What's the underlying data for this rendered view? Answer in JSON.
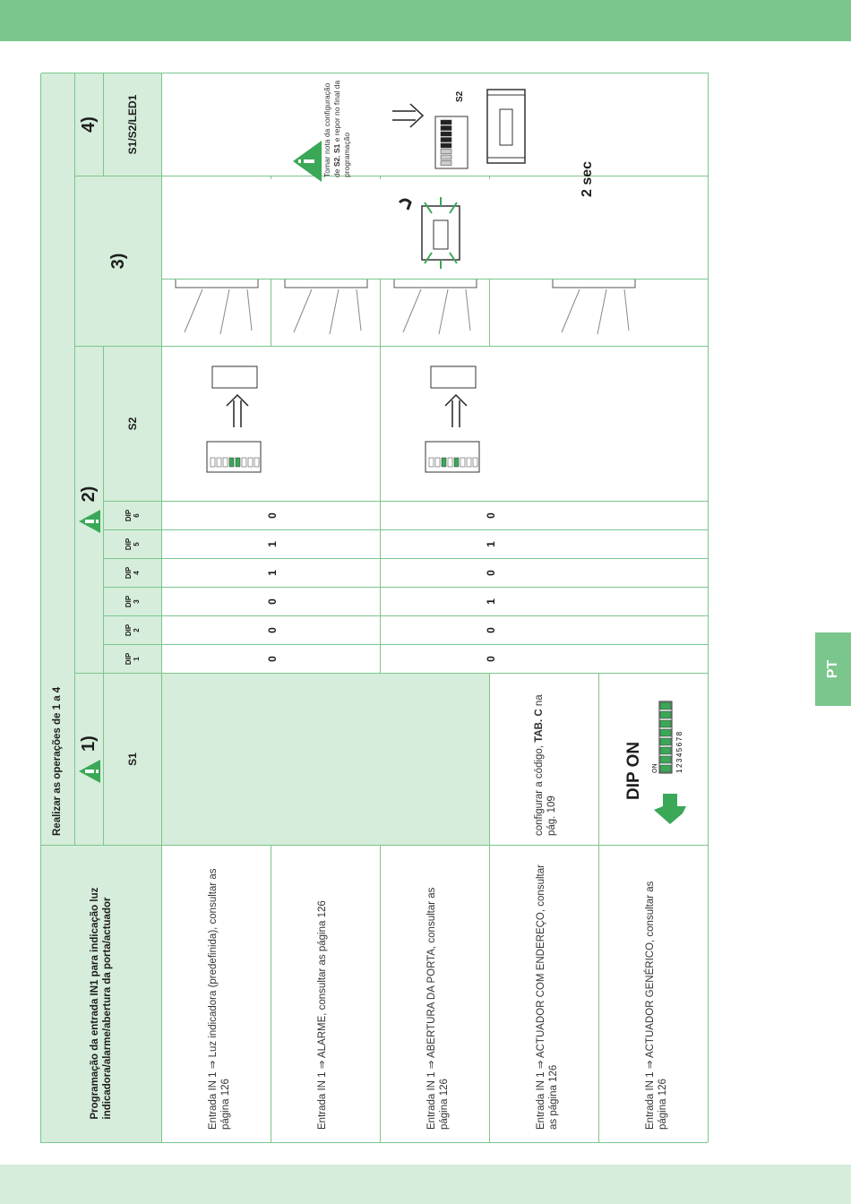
{
  "colors": {
    "accent_green": "#7bc68c",
    "light_green": "#d6eddb",
    "warning_green": "#3aa857"
  },
  "side_tab": "PT",
  "table": {
    "title": "Programação da entrada IN1 para indicação luz indicadora/alarme/abertura da porta/actuador",
    "ops_header": "Realizar as operações de 1 a 4",
    "steps": {
      "s1": "1)",
      "s2": "2)",
      "s3": "3)",
      "s4": "4)"
    },
    "col_s1": "S1",
    "col_s2": "S2",
    "col_s1s2led1": "S1/S2/LED1",
    "dip_headers": [
      "DIP\n1",
      "DIP\n2",
      "DIP\n3",
      "DIP\n4",
      "DIP\n5",
      "DIP\n6"
    ],
    "rows": [
      "Entrada IN 1 ⇒ Luz indicadora (predefinida), consultar as página 126",
      "Entrada IN 1 ⇒ ALARME, consultar as página 126",
      "Entrada IN 1 ⇒ ABERTURA DA PORTA, consultar as página 126",
      "Entrada IN 1 ⇒ ACTUADOR COM ENDEREÇO, consultar as página 126",
      "Entrada IN 1 ⇒ ACTUADOR GENÉRICO, consultar as página 126"
    ],
    "dip_group_a": [
      "0",
      "0",
      "0",
      "1",
      "1",
      "0"
    ],
    "dip_group_b": [
      "0",
      "0",
      "1",
      "0",
      "1",
      "0"
    ],
    "s1_configure_pre": "configurar a código, ",
    "s1_configure_bold": "TAB. C",
    "s1_configure_post": " na pág. 109",
    "dip_on": "DIP ON",
    "dip_switch_on": "ON",
    "dip_switch_numbers": "12345678",
    "two_sec": "2 sec",
    "note_pre": "Tomar nota da configuração de ",
    "note_s2": "S2",
    "note_mid": ", ",
    "note_s1": "S1",
    "note_post": " e repor no final da programação",
    "s2_label": "S2"
  }
}
